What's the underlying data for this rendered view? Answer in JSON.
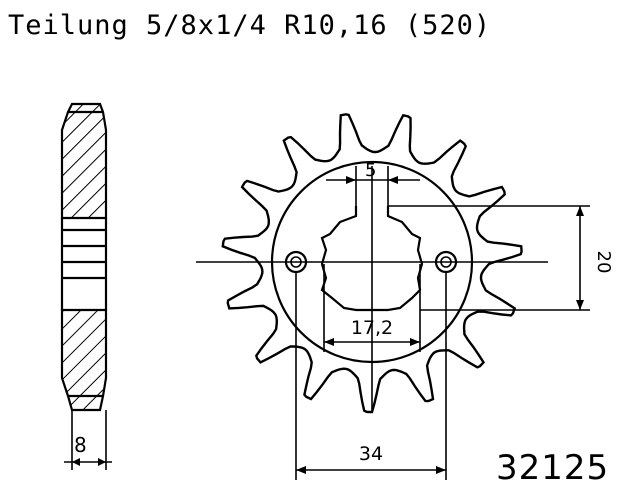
{
  "header": {
    "title": "Teilung 5/8x1/4 R10,16 (520)"
  },
  "drawing": {
    "part_number": "32125",
    "dimensions": {
      "thickness": "8",
      "spline_width": "5",
      "shoulder_height": "20",
      "bore": "17,2",
      "bolt_circle": "34"
    },
    "teeth": 15
  }
}
